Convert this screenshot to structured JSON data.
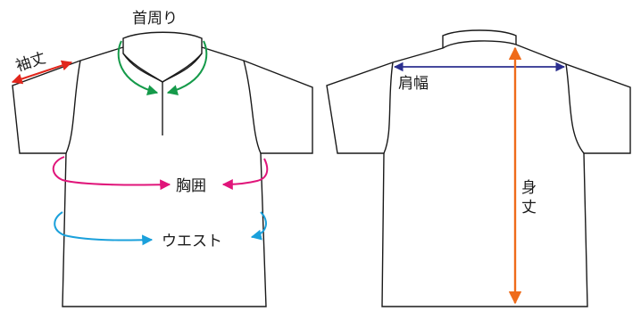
{
  "labels": {
    "neck": "首周り",
    "sleeve": "袖丈",
    "chest": "胸囲",
    "waist": "ウエスト",
    "shoulder": "肩幅",
    "length_top": "身",
    "length_bottom": "丈"
  },
  "colors": {
    "outline": "#1a1a1a",
    "sleeve": "#e1261c",
    "neck": "#159a4a",
    "chest": "#e0157a",
    "waist": "#1aa0db",
    "shoulder": "#2b2f8f",
    "length": "#ef6b1a"
  }
}
